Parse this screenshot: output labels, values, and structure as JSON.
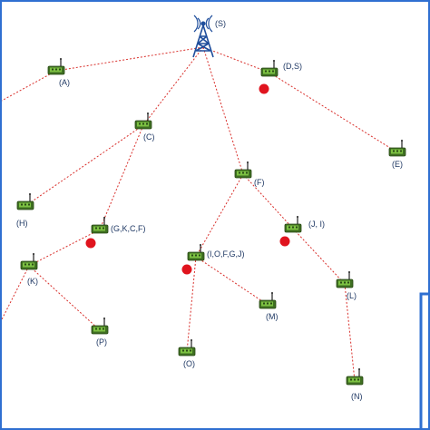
{
  "diagram": {
    "base_station": {
      "id": "S",
      "label": "(S)"
    },
    "nodes": [
      {
        "id": "A",
        "label": "(A)",
        "type": "sensor"
      },
      {
        "id": "DS",
        "label": "(D,S)",
        "type": "sensor",
        "marked": true
      },
      {
        "id": "E",
        "label": "(E)",
        "type": "sensor"
      },
      {
        "id": "C",
        "label": "(C)",
        "type": "sensor"
      },
      {
        "id": "F",
        "label": "(F)",
        "type": "sensor"
      },
      {
        "id": "H",
        "label": "(H)",
        "type": "sensor"
      },
      {
        "id": "GKCF",
        "label": "(G,K,C,F)",
        "type": "sensor",
        "marked": true
      },
      {
        "id": "JI",
        "label": "(J, I)",
        "type": "sensor",
        "marked": true
      },
      {
        "id": "K",
        "label": "(K)",
        "type": "sensor"
      },
      {
        "id": "IOFGJ",
        "label": "(I,O,F,G,J)",
        "type": "sensor",
        "marked": true
      },
      {
        "id": "L",
        "label": "(L)",
        "type": "sensor"
      },
      {
        "id": "M",
        "label": "(M)",
        "type": "sensor"
      },
      {
        "id": "P",
        "label": "(P)",
        "type": "sensor"
      },
      {
        "id": "O",
        "label": "(O)",
        "type": "sensor"
      },
      {
        "id": "N",
        "label": "(N)",
        "type": "sensor"
      }
    ],
    "links": [
      [
        "S",
        "A"
      ],
      [
        "S",
        "DS"
      ],
      [
        "S",
        "C"
      ],
      [
        "S",
        "F"
      ],
      [
        "DS",
        "E"
      ],
      [
        "C",
        "H"
      ],
      [
        "C",
        "GKCF"
      ],
      [
        "GKCF",
        "K"
      ],
      [
        "K",
        "P"
      ],
      [
        "F",
        "IOFGJ"
      ],
      [
        "F",
        "JI"
      ],
      [
        "IOFGJ",
        "M"
      ],
      [
        "IOFGJ",
        "O"
      ],
      [
        "JI",
        "L"
      ],
      [
        "L",
        "N"
      ]
    ],
    "colors": {
      "link": "#d9302c",
      "marker": "#e0141e",
      "label": "#1f3864",
      "tower": "#1f4e9c",
      "sensor_body": "#4a7a2a",
      "sensor_light": "#7cc142",
      "frame": "#2f6fd1"
    },
    "icons": {
      "base_station": "radio-tower-icon",
      "sensor": "sensor-mote-icon",
      "marker": "red-dot-marker"
    }
  }
}
